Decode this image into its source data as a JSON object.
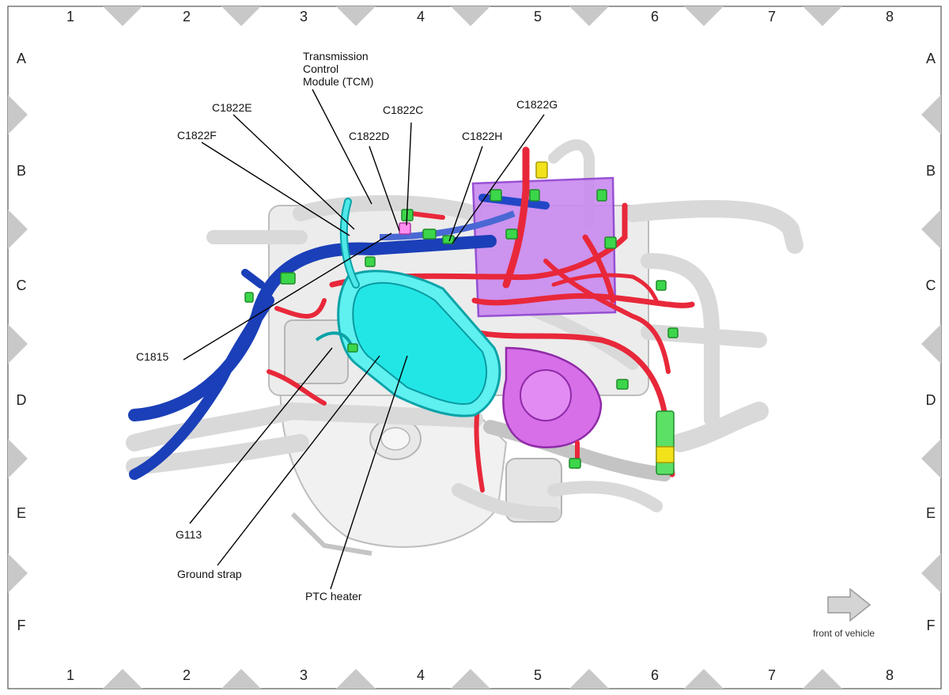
{
  "grid": {
    "columns": [
      "1",
      "2",
      "3",
      "4",
      "5",
      "6",
      "7",
      "8"
    ],
    "rows": [
      "A",
      "B",
      "C",
      "D",
      "E",
      "F"
    ]
  },
  "callouts": {
    "tcm": [
      "Transmission",
      "Control",
      "Module (TCM)"
    ],
    "c1822e": "C1822E",
    "c1822f": "C1822F",
    "c1822c": "C1822C",
    "c1822d": "C1822D",
    "c1822h": "C1822H",
    "c1822g": "C1822G",
    "c1815": "C1815",
    "g113": "G113",
    "ground_strap": "Ground strap",
    "ptc_heater": "PTC heater"
  },
  "orientation": {
    "label": "front of vehicle",
    "icon": "arrow-right-icon"
  },
  "colors": {
    "harness_red": "#e8283a",
    "harness_blue": "#1a3fb8",
    "ptc_heater_cyan": "#22e6e6",
    "module_purple": "#b45ce8",
    "connector_green": "#3cd64a",
    "connector_yellow": "#f2e21a",
    "engine_grey": "#d9d9d9"
  }
}
